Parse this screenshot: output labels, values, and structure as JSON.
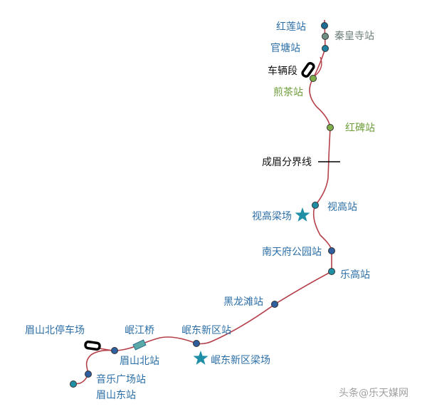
{
  "colors": {
    "line": "#b5404a",
    "blue": "#2b6ea6",
    "teal": "#1f8fa6",
    "green": "#6c9d3a",
    "gray": "#6f7f7c",
    "black": "#111111"
  },
  "stations": [
    {
      "name": "红莲站",
      "type": "station",
      "color": "#2b6ea6"
    },
    {
      "name": "秦皇寺站",
      "type": "station",
      "color": "#6f7f7c"
    },
    {
      "name": "官塘站",
      "type": "station",
      "color": "#2b6ea6"
    },
    {
      "name": "车辆段",
      "type": "depot",
      "color": "#111111"
    },
    {
      "name": "煎茶站",
      "type": "station",
      "color": "#6c9d3a"
    },
    {
      "name": "红碑站",
      "type": "station",
      "color": "#6c9d3a"
    },
    {
      "name": "成眉分界线",
      "type": "boundary",
      "color": "#111111"
    },
    {
      "name": "视高站",
      "type": "station",
      "color": "#2b6ea6"
    },
    {
      "name": "视高梁场",
      "type": "yard-star",
      "color": "#2b6ea6"
    },
    {
      "name": "南天府公园站",
      "type": "station",
      "color": "#2b6ea6"
    },
    {
      "name": "乐高站",
      "type": "station",
      "color": "#2b6ea6"
    },
    {
      "name": "黑龙滩站",
      "type": "station",
      "color": "#2b6ea6"
    },
    {
      "name": "岷东新区站",
      "type": "station",
      "color": "#2b6ea6"
    },
    {
      "name": "岷东新区梁场",
      "type": "yard-star",
      "color": "#2b6ea6"
    },
    {
      "name": "岷江桥",
      "type": "bridge",
      "color": "#2b6ea6"
    },
    {
      "name": "眉山北站",
      "type": "station",
      "color": "#2b6ea6"
    },
    {
      "name": "眉山北停车场",
      "type": "depot",
      "color": "#2b6ea6"
    },
    {
      "name": "音乐广场站",
      "type": "station",
      "color": "#2b6ea6"
    },
    {
      "name": "眉山东站",
      "type": "station",
      "color": "#2b6ea6"
    }
  ],
  "watermark": "头条@乐天媒网"
}
